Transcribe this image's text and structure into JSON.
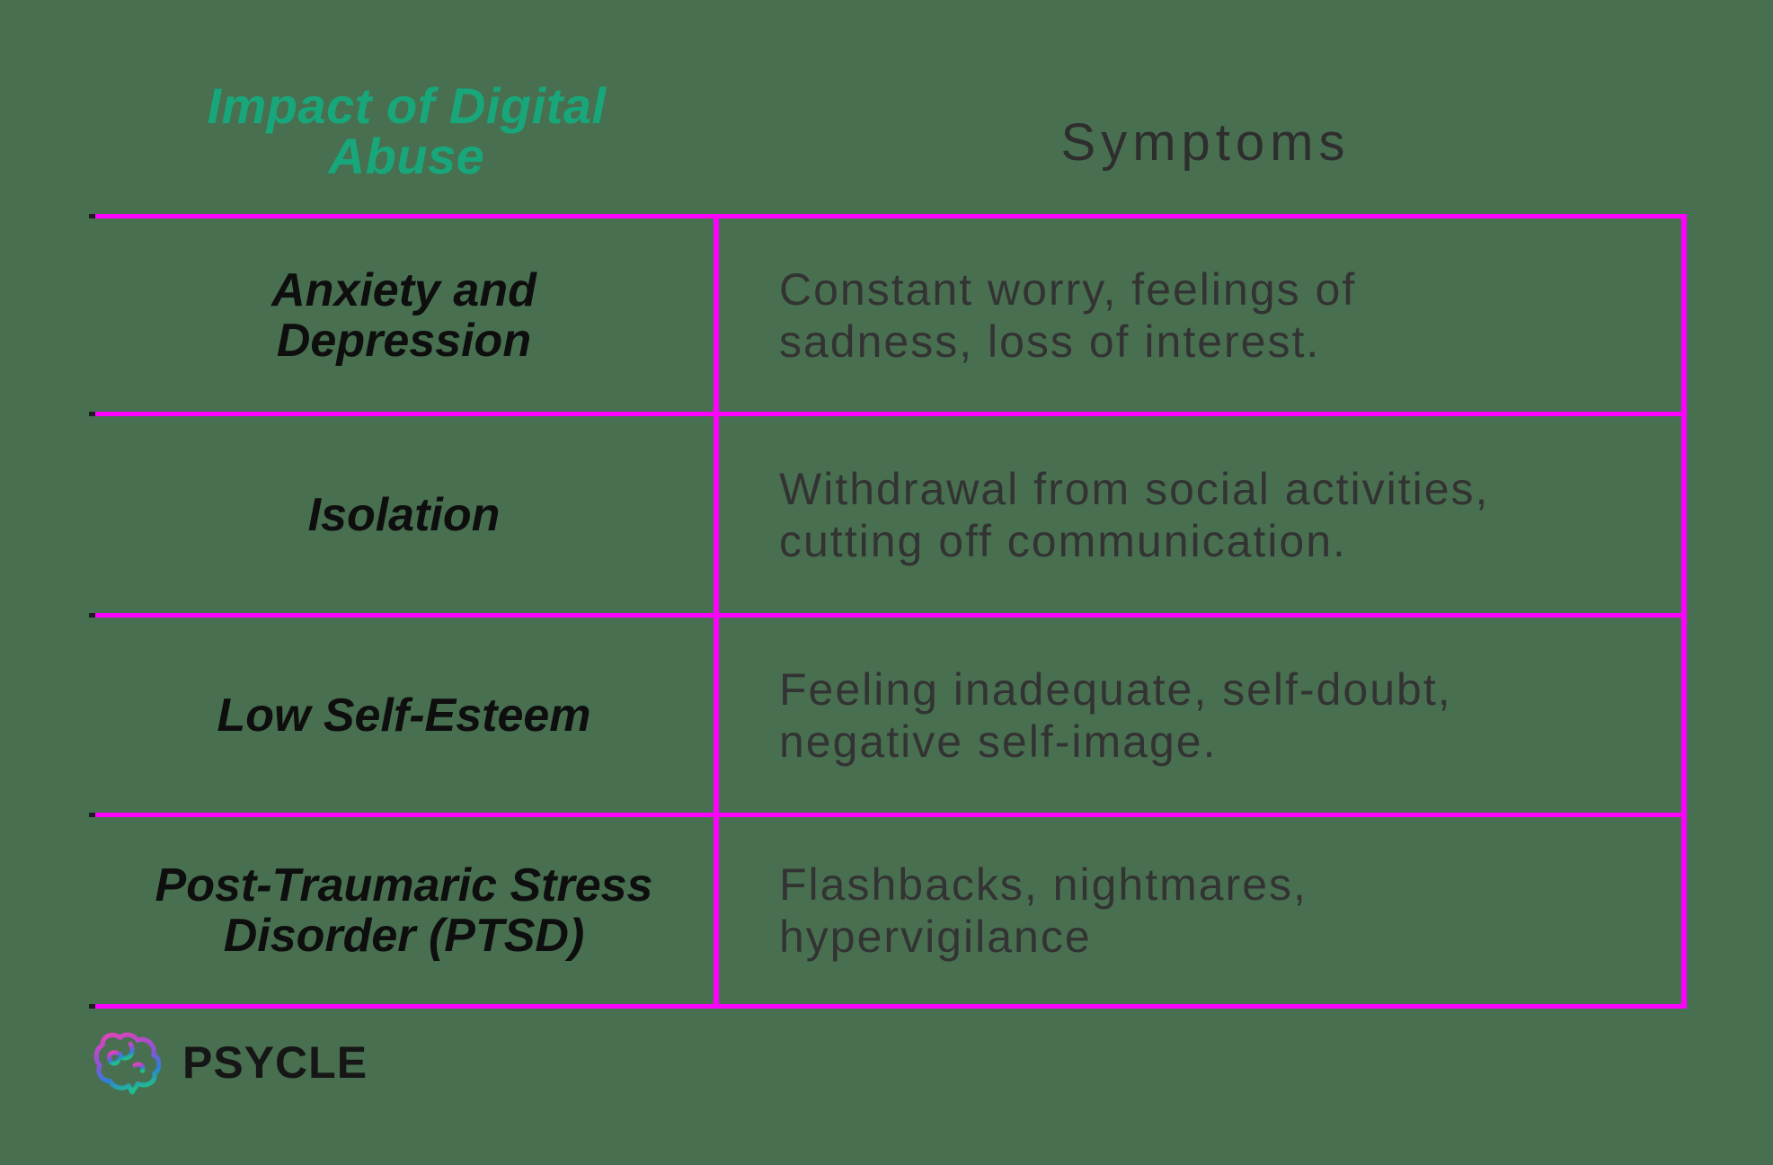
{
  "header": {
    "impact_title_lines": [
      "Impact of Digital",
      "Abuse"
    ],
    "impact_title": "Impact of Digital Abuse",
    "symptoms_title": "Symptoms"
  },
  "table": {
    "columns": [
      "Impact of Digital Abuse",
      "Symptoms"
    ],
    "rows": [
      {
        "impact": "Anxiety and Depression",
        "impact_lines": [
          "Anxiety and",
          "Depression"
        ],
        "symptoms": "Constant worry, feelings of sadness, loss of interest.",
        "symptoms_lines": [
          "Constant worry, feelings of",
          "sadness, loss of interest."
        ]
      },
      {
        "impact": "Isolation",
        "impact_lines": [
          "Isolation",
          ""
        ],
        "symptoms": "Withdrawal from social activities, cutting off communication.",
        "symptoms_lines": [
          "Withdrawal from social activities,",
          "cutting off communication."
        ]
      },
      {
        "impact": "Low Self-Esteem",
        "impact_lines": [
          "Low Self-Esteem",
          ""
        ],
        "symptoms": "Feeling inadequate, self-doubt, negative self-image.",
        "symptoms_lines": [
          "Feeling inadequate, self-doubt,",
          "negative self-image."
        ]
      },
      {
        "impact": "Post-Traumaric Stress Disorder (PTSD)",
        "impact_lines": [
          "Post-Traumaric Stress",
          "Disorder (PTSD)"
        ],
        "symptoms": "Flashbacks, nightmares, hypervigilance",
        "symptoms_lines": [
          "Flashbacks, nightmares,",
          "hypervigilance"
        ]
      }
    ]
  },
  "footer": {
    "brand_name": "PSYCLE",
    "logo_icon": "brain-icon"
  },
  "colors": {
    "background": "#487050",
    "table_lines": "#ff00ff",
    "title_teal": "#17a77b",
    "body_text": "#333333",
    "label_text": "#0e0e0e",
    "logo_gradient": [
      "#e143b8",
      "#8e52d6",
      "#2f7fd9",
      "#1fbd8f"
    ]
  }
}
